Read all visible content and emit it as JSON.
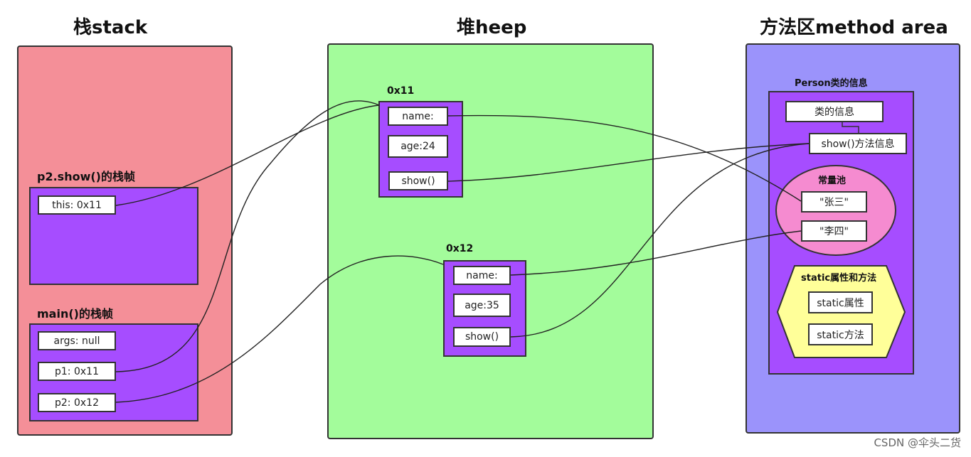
{
  "titles": {
    "stack": "栈stack",
    "heap": "堆heep",
    "method_area": "方法区method area"
  },
  "stack": {
    "p2_frame_label": "p2.show()的栈帧",
    "p2_this": "this:  0x11",
    "main_frame_label": "main()的栈帧",
    "main_args": "args: null",
    "main_p1": "p1:  0x11",
    "main_p2": "p2:  0x12"
  },
  "heap": {
    "obj1": {
      "addr": "0x11",
      "name": "name:",
      "age": "age:24",
      "show": "show()"
    },
    "obj2": {
      "addr": "0x12",
      "name": "name:",
      "age": "age:35",
      "show": "show()"
    }
  },
  "method_area": {
    "person_label": "Person类的信息",
    "class_info": "类的信息",
    "show_info": "show()方法信息",
    "pool_label": "常量池",
    "str1": "\"张三\"",
    "str2": "\"李四\"",
    "static_label": "static属性和方法",
    "static_field": "static属性",
    "static_method": "static方法"
  },
  "watermark": "CSDN @伞头二货",
  "colors": {
    "stack_bg": "#f48f98",
    "heap_bg": "#a3fc9b",
    "method_bg": "#9b93fb",
    "frame_purple": "#a64dff",
    "pool_pink": "#f58bd0",
    "static_yellow": "#ffff99"
  }
}
